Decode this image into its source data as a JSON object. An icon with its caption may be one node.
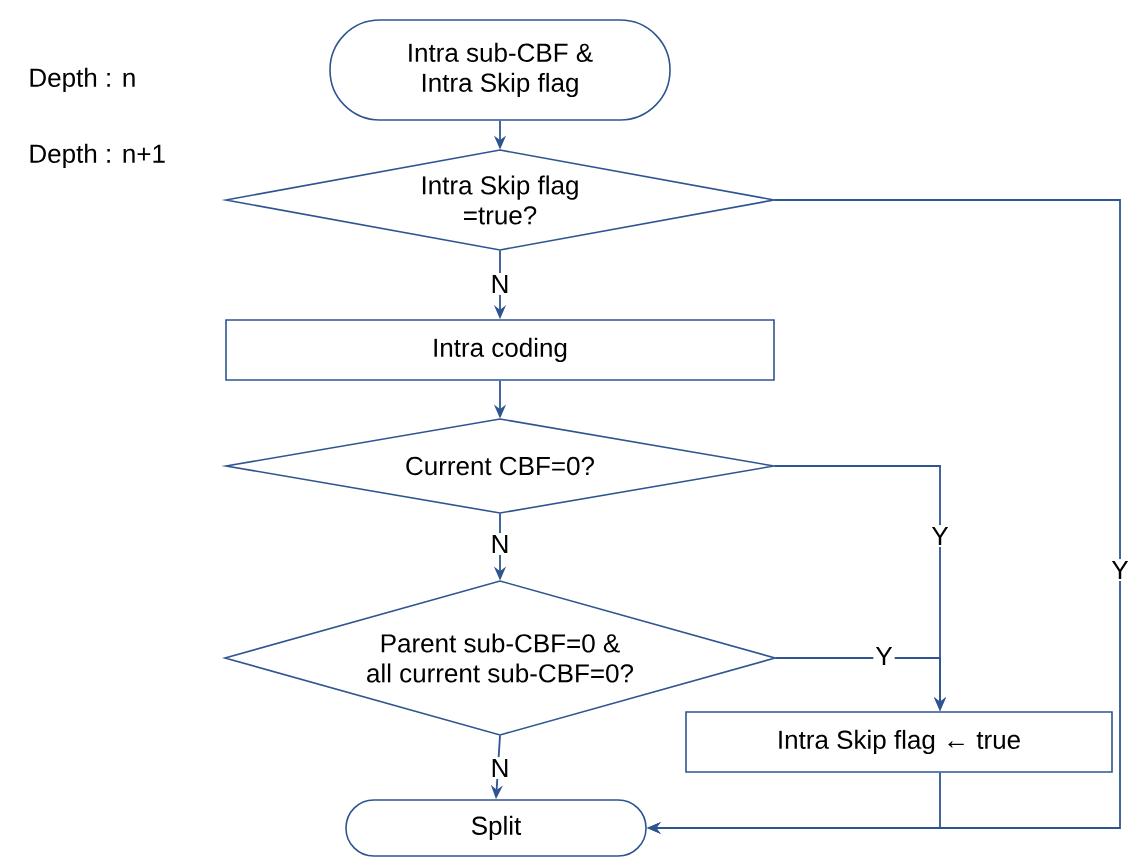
{
  "diagram": {
    "nodes": [
      {
        "text": [
          "Intra sub-CBF & Intra Skip flag"
        ]
      },
      {
        "text": [
          "Intra Skip flag =true?"
        ]
      },
      {
        "text": [
          "Intra coding"
        ]
      },
      {
        "text": [
          "Current CBF=0?"
        ]
      },
      {
        "text": [
          "Parent sub-CBF=0 & all current sub-CBF=0?"
        ]
      },
      {
        "text": [
          "Intra Skip flag ← true"
        ]
      },
      {
        "text": [
          "Split"
        ]
      }
    ],
    "edges": [
      {
        "from": 0,
        "to": 1,
        "arrow": "to"
      },
      {
        "from": 1,
        "to": 2,
        "arrow": "to",
        "label": "N"
      },
      {
        "from": 2,
        "to": 3,
        "arrow": "to"
      },
      {
        "from": 3,
        "to": 4,
        "arrow": "to",
        "label": "N"
      },
      {
        "from": 3,
        "to": 5,
        "arrow": "to",
        "label": "Y"
      },
      {
        "from": 4,
        "to": 5,
        "arrow": "to",
        "label": "Y"
      },
      {
        "from": 4,
        "to": 6,
        "arrow": "to",
        "label": "N"
      },
      {
        "from": 5,
        "to": 6,
        "arrow": "to"
      },
      {
        "from": 1,
        "to": 6,
        "arrow": "to",
        "label": "Y"
      }
    ],
    "labels": [
      "Depth : n",
      "Depth : n+1"
    ]
  }
}
